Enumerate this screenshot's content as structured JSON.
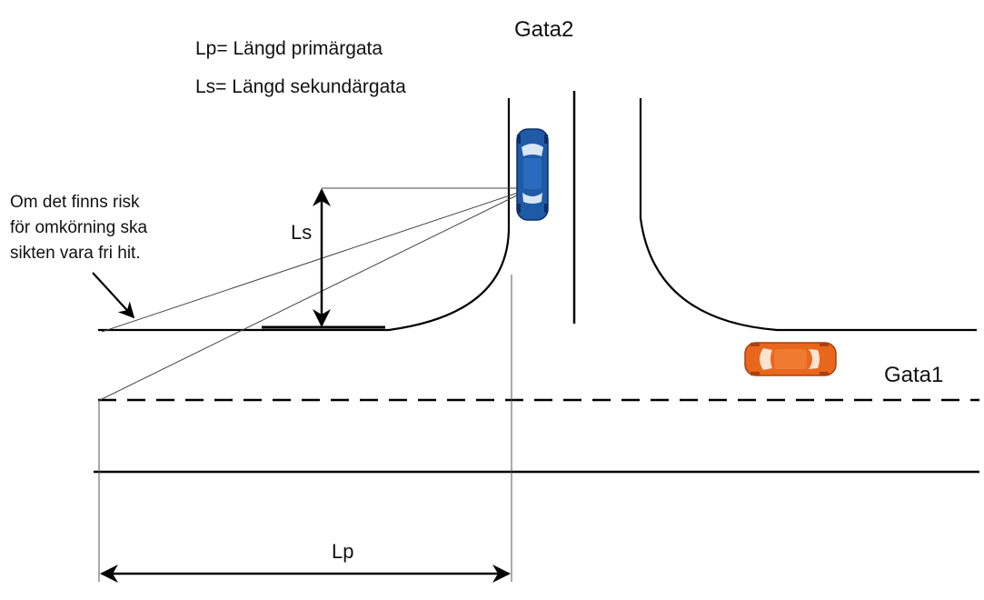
{
  "legend": {
    "lp": "Lp= Längd primärgata",
    "ls": "Ls= Längd sekundärgata"
  },
  "streets": {
    "secondary": "Gata2",
    "primary": "Gata1"
  },
  "dimensions": {
    "ls": "Ls",
    "lp": "Lp"
  },
  "note": {
    "line1": "Om det finns risk",
    "line2": "för omkörning ska",
    "line3": "sikten vara fri hit."
  },
  "vehicles": {
    "secondary_car": {
      "color": "#1f5aa6",
      "icon": "car-top-view"
    },
    "primary_car": {
      "color": "#e8671c",
      "icon": "car-top-view"
    }
  },
  "colors": {
    "road_line": "#000000",
    "sight_line": "#555555"
  }
}
